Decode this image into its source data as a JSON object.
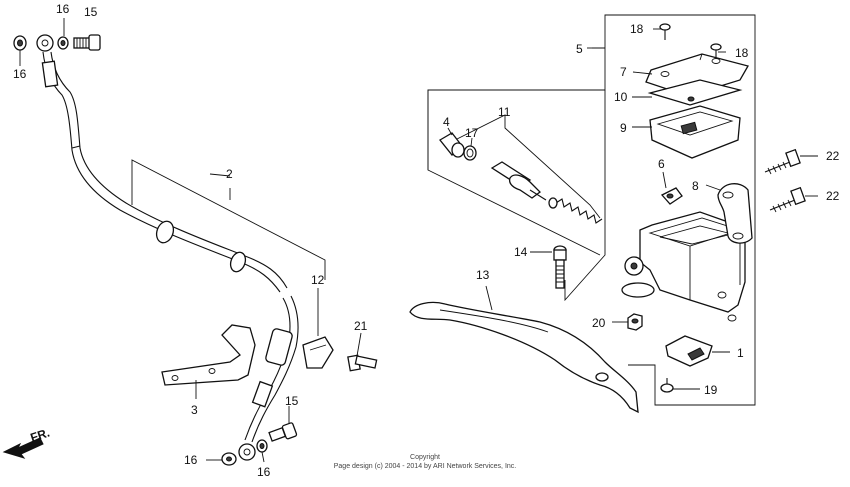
{
  "callouts": {
    "c1": "1",
    "c2": "2",
    "c3": "3",
    "c4": "4",
    "c5": "5",
    "c6": "6",
    "c7": "7",
    "c8": "8",
    "c9": "9",
    "c10": "10",
    "c11": "11",
    "c12": "12",
    "c13": "13",
    "c14": "14",
    "c15a": "15",
    "c15b": "15",
    "c16a": "16",
    "c16b": "16",
    "c16c": "16",
    "c16d": "16",
    "c17": "17",
    "c18a": "18",
    "c18b": "18",
    "c19": "19",
    "c20": "20",
    "c21": "21",
    "c22a": "22",
    "c22b": "22"
  },
  "direction_label": "FR.",
  "copyright": {
    "line1": "Copyright",
    "line2": "Page design (c) 2004 - 2014 by ARI Network Services, Inc."
  }
}
